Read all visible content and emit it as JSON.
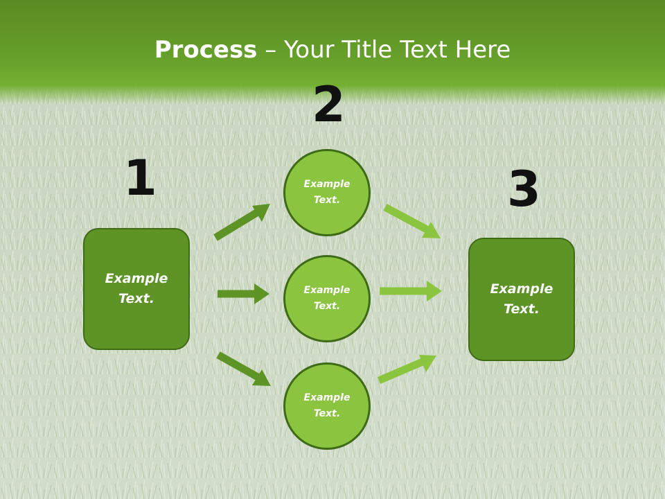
{
  "title": {
    "bold": "Process",
    "rest": " – Your Title Text Here"
  },
  "steps": {
    "one": "1",
    "two": "2",
    "three": "3"
  },
  "nodes": {
    "left_box": "Example Text.",
    "circle_top": "Example Text.",
    "circle_mid": "Example Text.",
    "circle_bottom": "Example Text.",
    "right_box": "Example Text."
  },
  "colors": {
    "header": "#66a02a",
    "box_fill": "#5e9426",
    "circle_fill": "#8bc53f",
    "outline": "#3f6b17",
    "arrow_dark": "#5e9426",
    "arrow_light": "#8bc53f"
  }
}
